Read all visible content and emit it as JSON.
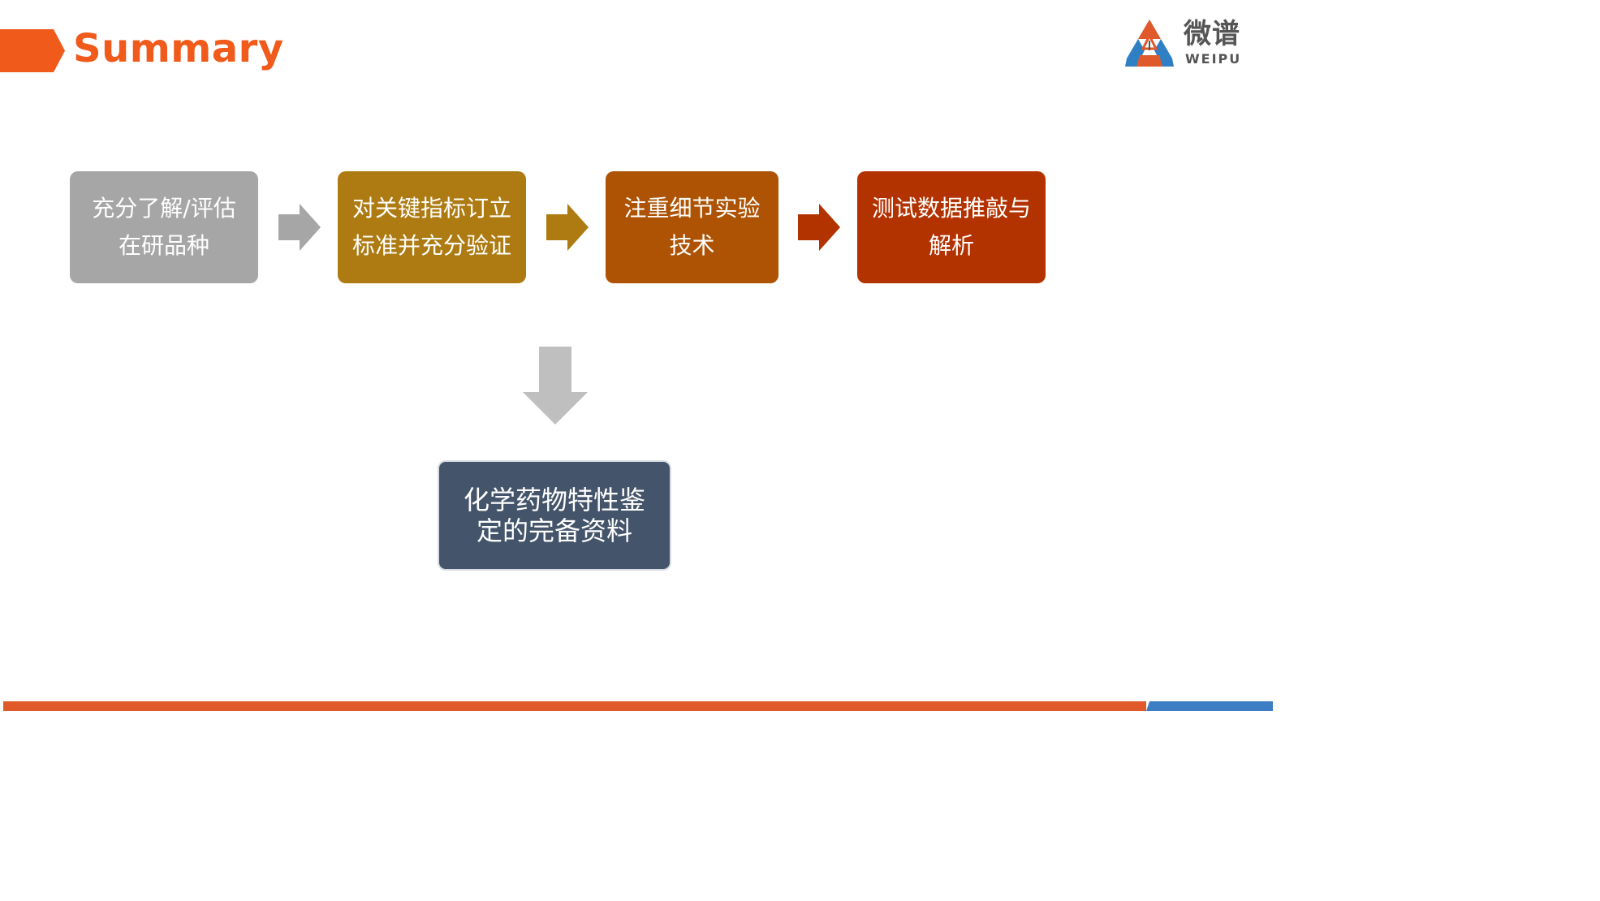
{
  "header": {
    "title": "Summary",
    "accent_color": "#f05a1a"
  },
  "logo": {
    "cn": "微谱",
    "en": "WEIPU",
    "icon": "weipu-triangle-logo"
  },
  "steps": [
    {
      "line1": "充分了解/评估",
      "line2": "在研品种",
      "color": "#a6a6a6"
    },
    {
      "line1": "对关键指标订立",
      "line2": "标准并充分验证",
      "color": "#ad7b11"
    },
    {
      "line1": "注重细节实验",
      "line2": "技术",
      "color": "#ad5303"
    },
    {
      "line1": "测试数据推敲与",
      "line2": "解析",
      "color": "#b33300"
    }
  ],
  "result": {
    "line1": "化学药物特性鉴",
    "line2": "定的完备资料",
    "color": "#44546a"
  },
  "footer": {
    "orange": "#e0592a",
    "blue": "#3c7dc4"
  }
}
